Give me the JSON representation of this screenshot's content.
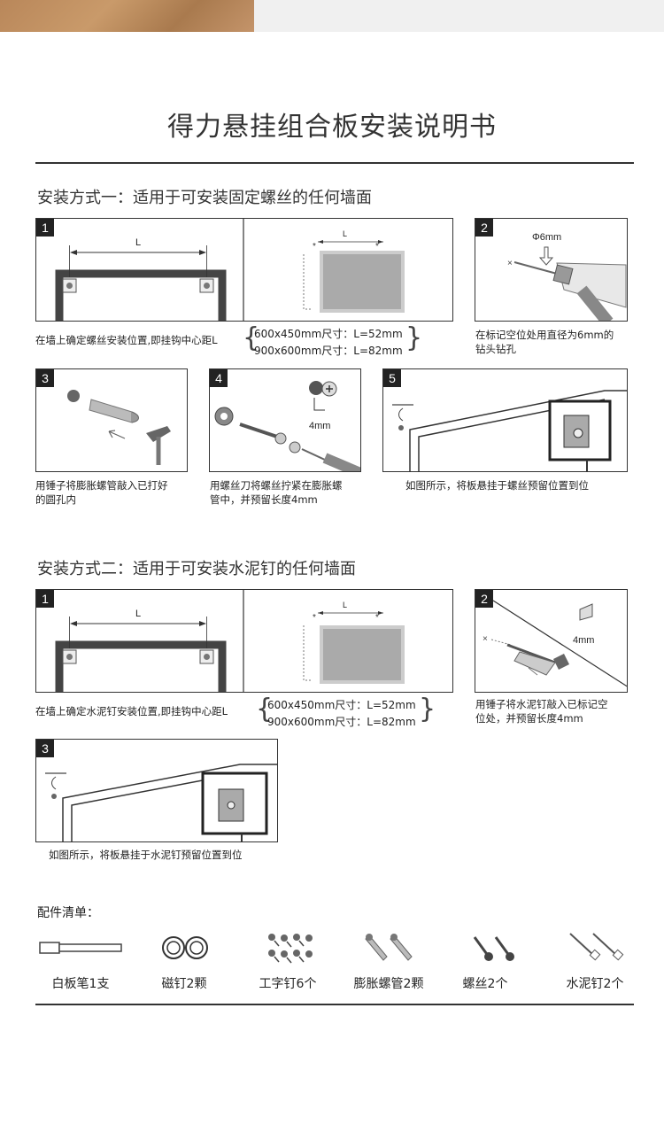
{
  "title": "得力悬挂组合板安装说明书",
  "method1": {
    "heading": "安装方式一：适用于可安装固定螺丝的任何墙面",
    "steps": {
      "s1": {
        "num": "1",
        "caption": "在墙上确定螺丝安装位置,即挂钩中心距L",
        "label_L": "L"
      },
      "s2": {
        "num": "2",
        "caption_line1": "在标记空位处用直径为6mm的",
        "caption_line2": "钻头钻孔",
        "drill_label": "Φ6mm"
      },
      "s3": {
        "num": "3",
        "caption_line1": "用锤子将膨胀螺管敲入已打好",
        "caption_line2": "的圆孔内"
      },
      "s4": {
        "num": "4",
        "caption_line1": "用螺丝刀将螺丝拧紧在膨胀螺",
        "caption_line2": "管中，并预留长度4mm",
        "length_label": "4mm"
      },
      "s5": {
        "num": "5",
        "caption": "如图所示，将板悬挂于螺丝预留位置到位"
      }
    },
    "spec_line1": "600x450mm尺寸：L=52mm",
    "spec_line2": "900x600mm尺寸：L=82mm"
  },
  "method2": {
    "heading": "安装方式二：适用于可安装水泥钉的任何墙面",
    "steps": {
      "s1": {
        "num": "1",
        "caption": "在墙上确定水泥钉安装位置,即挂钩中心距L",
        "label_L": "L"
      },
      "s2": {
        "num": "2",
        "caption_line1": "用锤子将水泥钉敲入已标记空",
        "caption_line2": "位处，并预留长度4mm",
        "length_label": "4mm"
      },
      "s3": {
        "num": "3",
        "caption": "如图所示，将板悬挂于水泥钉预留位置到位"
      }
    },
    "spec_line1": "600x450mm尺寸：L=52mm",
    "spec_line2": "900x600mm尺寸：L=82mm"
  },
  "parts": {
    "heading": "配件清单：",
    "items": [
      {
        "label": "白板笔1支",
        "icon": "marker-pen-icon"
      },
      {
        "label": "磁钉2颗",
        "icon": "magnet-icon"
      },
      {
        "label": "工字钉6个",
        "icon": "pushpin-icon"
      },
      {
        "label": "膨胀螺管2颗",
        "icon": "anchor-icon"
      },
      {
        "label": "螺丝2个",
        "icon": "screw-icon"
      },
      {
        "label": "水泥钉2个",
        "icon": "nail-icon"
      }
    ]
  }
}
